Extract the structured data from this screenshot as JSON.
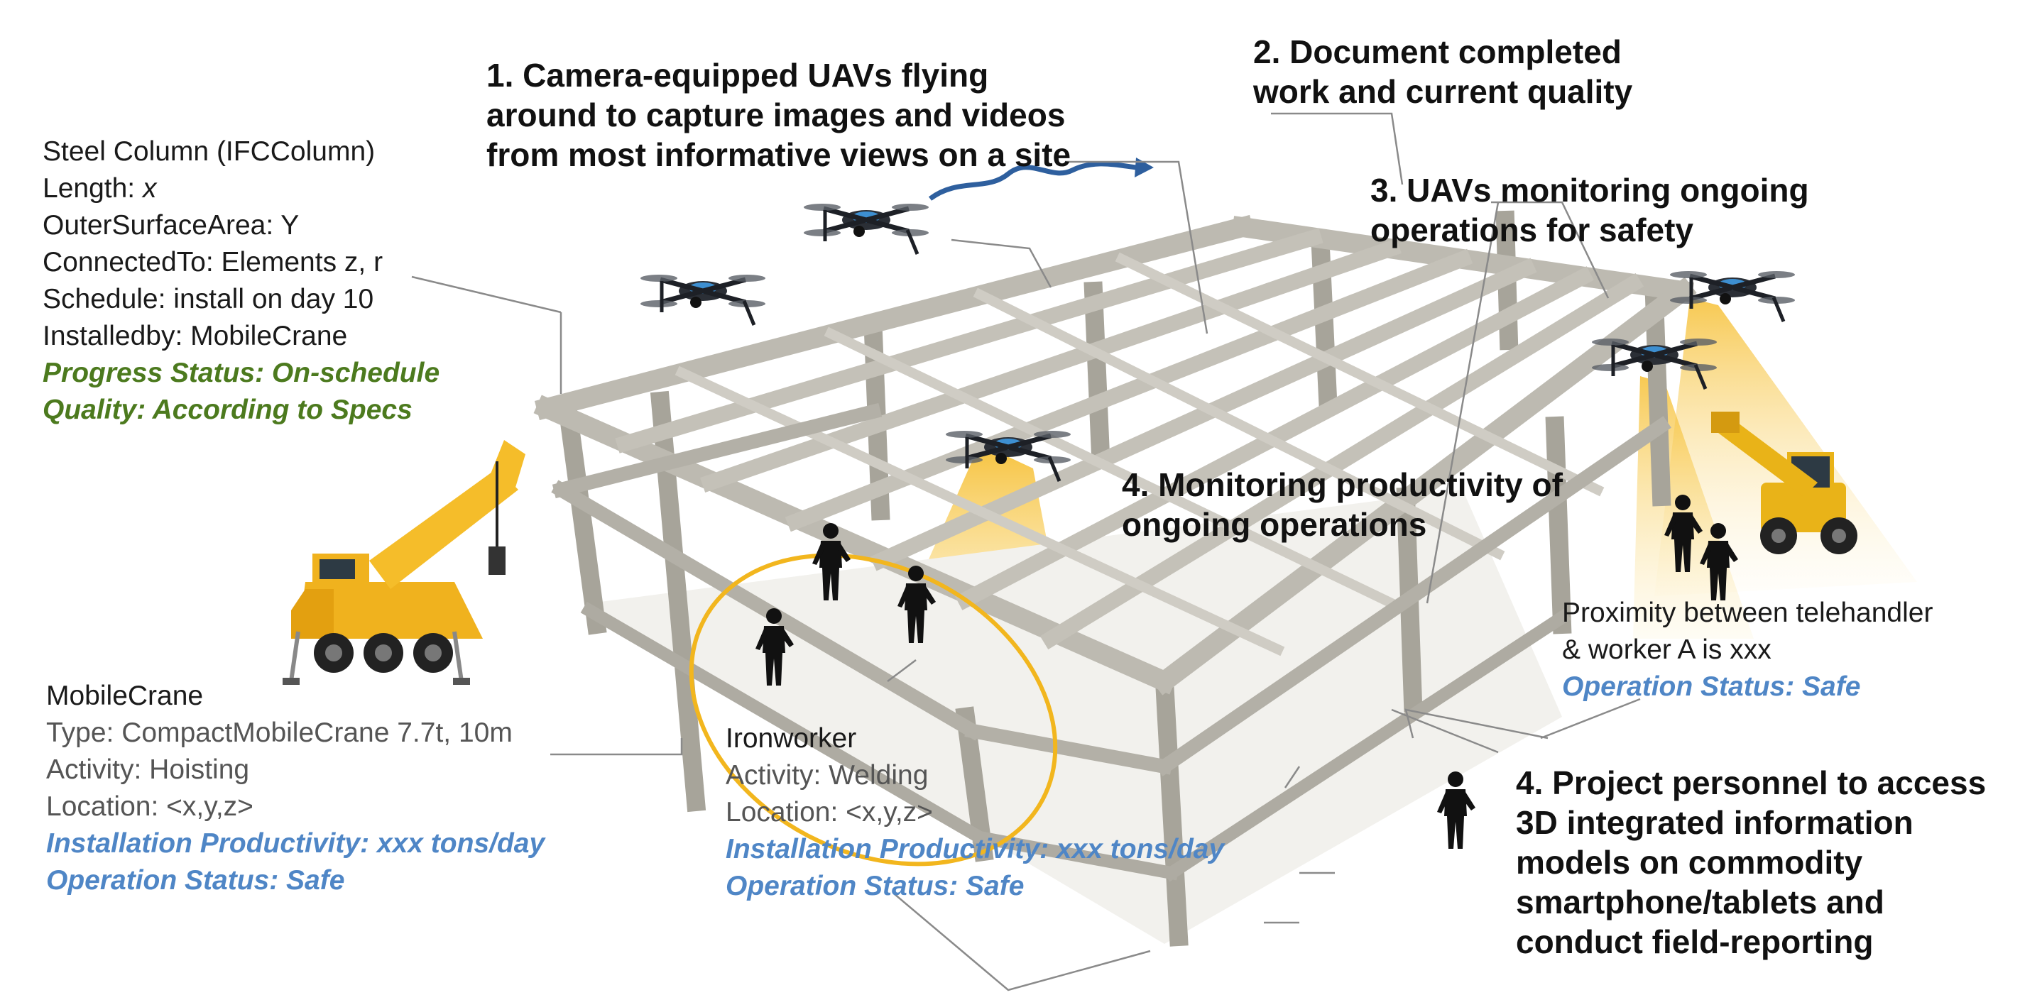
{
  "annotations": {
    "uav_capture": {
      "lines": [
        "1. Camera-equipped UAVs flying",
        "around to capture images and videos",
        "from most informative views on a site"
      ]
    },
    "document_quality": {
      "lines": [
        "2. Document completed",
        "work and current quality"
      ]
    },
    "uav_safety": {
      "lines": [
        "3. UAVs monitoring ongoing",
        "operations for safety"
      ]
    },
    "monitor_productivity": {
      "lines": [
        "4. Monitoring productivity of",
        "ongoing operations"
      ]
    },
    "personnel_access": {
      "lines": [
        "4. Project personnel to access",
        "3D integrated information",
        "models on commodity",
        "smartphone/tablets and",
        "conduct field-reporting"
      ]
    }
  },
  "steel_column": {
    "title": "Steel Column (IFCColumn)",
    "length_label": "Length: ",
    "length_value": "x",
    "surface": "OuterSurfaceArea: Y",
    "connected": "ConnectedTo: Elements z, r",
    "schedule": "Schedule: install on day 10",
    "installed_by": "Installedby: MobileCrane",
    "progress": "Progress Status: On-schedule",
    "quality": "Quality: According to Specs"
  },
  "mobile_crane": {
    "title": "MobileCrane",
    "type": "Type: CompactMobileCrane 7.7t, 10m",
    "activity": "Activity: Hoisting",
    "location": "Location: <x,y,z>",
    "productivity": "Installation Productivity:  xxx tons/day",
    "status": "Operation Status: Safe"
  },
  "ironworker": {
    "title": "Ironworker",
    "activity": "Activity: Welding",
    "location": "Location: <x,y,z>",
    "productivity": "Installation Productivity: xxx tons/day",
    "status": "Operation Status: Safe"
  },
  "telehandler": {
    "line1": "Proximity between telehandler",
    "line2": "& worker A is xxx",
    "status": "Operation Status: Safe"
  },
  "colors": {
    "steel": "#b9b6ad",
    "steel_dark": "#9e9a90",
    "crane_yellow": "#f0b21e",
    "cone_yellow": "#f7c94a",
    "status_green": "#4c7a1e",
    "status_blue": "#4f86c6",
    "flight_path": "#2e5f9e",
    "circle": "#f2b61e"
  },
  "icons": [
    "drone-icon",
    "crane-icon",
    "telehandler-icon",
    "worker-icon",
    "flight-path-arrow-icon"
  ]
}
